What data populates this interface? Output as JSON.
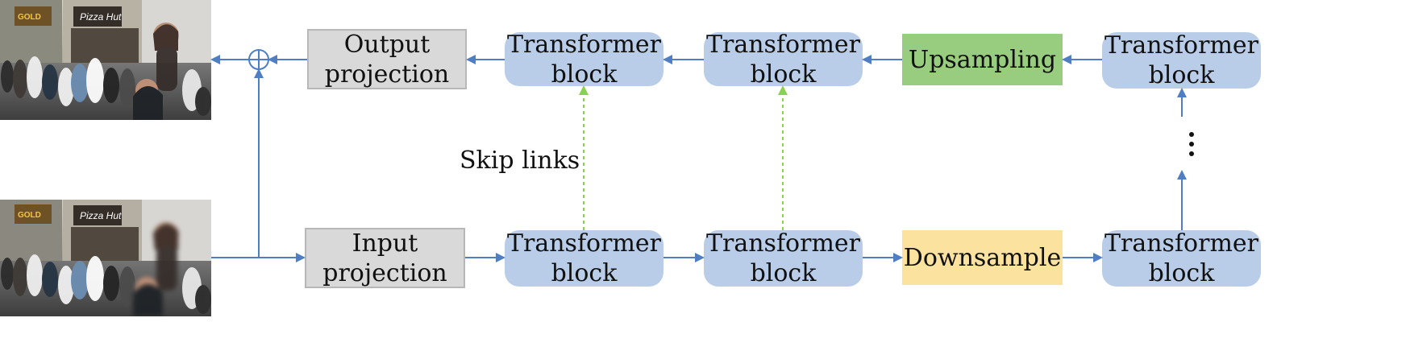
{
  "diagram": {
    "top_row": {
      "output_projection": "Output\nprojection",
      "transformer_1": "Transformer\nblock",
      "transformer_2": "Transformer\nblock",
      "upsampling": "Upsampling",
      "transformer_3": "Transformer\nblock"
    },
    "bottom_row": {
      "input_projection": "Input\nprojection",
      "transformer_1": "Transformer\nblock",
      "transformer_2": "Transformer\nblock",
      "downsample": "Downsample",
      "transformer_3": "Transformer\nblock"
    },
    "skip_links_label": "Skip links",
    "sum_symbol": "⊕",
    "vertical_ellipsis": "⋮"
  },
  "photos": {
    "storefront_text": "Pizza Hut"
  },
  "colors": {
    "transformer": "#b9cde8",
    "projection": "#d9d9d9",
    "upsampling": "#98cc7e",
    "downsample": "#fbe29e",
    "arrow": "#4f7ec2",
    "skip_link": "#8bd050"
  }
}
